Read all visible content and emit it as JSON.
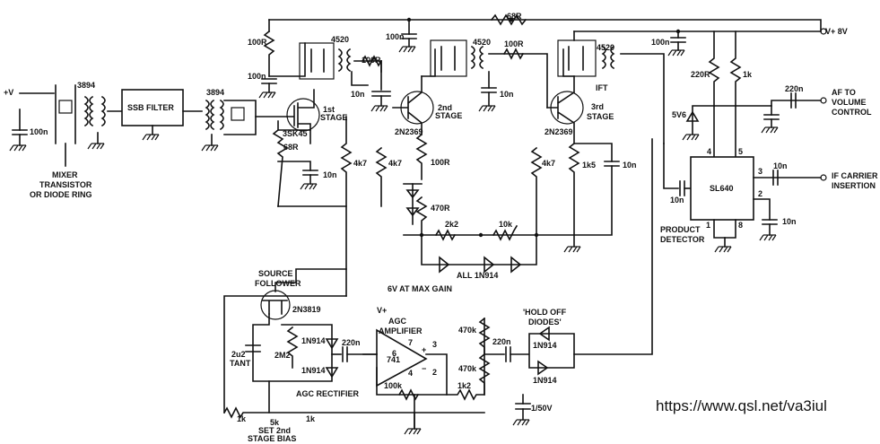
{
  "title": "",
  "labels": {
    "vplus_in": "+V",
    "xfmr_in": "3894",
    "cap_in": "100n",
    "mixer1": "MIXER",
    "mixer2": "TRANSISTOR",
    "mixer3": "OR DIODE RING",
    "ssb_filter": "SSB FILTER",
    "xfmr_2": "3894",
    "r_100r_a": "100R",
    "c_100n_a": "100n",
    "xfmr_4520_a": "4520",
    "r_100r_b": "100R",
    "c_100n_b": "100n",
    "c_10n_a": "10n",
    "stage1_a": "1st",
    "stage1_b": "STAGE",
    "fet1": "3SK45",
    "r_68r": "68R",
    "c_10n_src": "10n",
    "r_4k7_a": "4k7",
    "r_4k7_b": "4k7",
    "r_68r_top": "68R",
    "xfmr_4520_b": "4520",
    "r_100r_c": "100R",
    "c_10n_b": "10n",
    "stage2_a": "2nd",
    "stage2_b": "STAGE",
    "q2": "2N2369",
    "r_100r_e": "100R",
    "r_470r": "470R",
    "r_2k2": "2k2",
    "r_10k": "10k",
    "diodes_all": "ALL 1N914",
    "xfmr_4520_c": "4520",
    "ift": "IFT",
    "stage3_a": "3rd",
    "stage3_b": "STAGE",
    "q3": "2N2369",
    "r_4k7_c": "4k7",
    "r_1k5": "1k5",
    "c_10n_c": "10n",
    "c_100n_top": "100n",
    "c_100n_top2": "100n",
    "vplus_8v": "V+ 8V",
    "r_220r": "220R",
    "r_1k": "1k",
    "zener": "5V6",
    "c_220n_af": "220n",
    "af1": "AF TO",
    "af2": "VOLUME",
    "af3": "CONTROL",
    "ic_sl640": "SL640",
    "pin4": "4",
    "pin5": "5",
    "pin3": "3",
    "pin2": "2",
    "pin1": "1",
    "pin8": "8",
    "c_10n_d": "10n",
    "c_10n_e": "10n",
    "c_10n_f": "10n",
    "ifc1": "IF CARRIER",
    "ifc2": "INSERTION",
    "prod1": "PRODUCT",
    "prod2": "DETECTOR",
    "sf1": "SOURCE",
    "sf2": "FOLLOWER",
    "fet2": "2N3819",
    "maxgain": "6V AT MAX GAIN",
    "tant1": "2u2",
    "tant2": "TANT",
    "r_2m2": "2M2",
    "d_1n914_a": "1N914",
    "d_1n914_b": "1N914",
    "c_220n_a": "220n",
    "agc_rect": "AGC RECTIFIER",
    "agc_amp1": "AGC",
    "agc_amp2": "AMPLIFIER",
    "vplus_op": "V+",
    "opamp": "741",
    "op7": "7",
    "op6": "6",
    "op4": "4",
    "op3": "3",
    "op2": "2",
    "op_plus": "+",
    "op_minus": "−",
    "r_100k": "100k",
    "r_1k2": "1k2",
    "r_470k_a": "470k",
    "r_470k_b": "470k",
    "c_220n_b": "220n",
    "holdoff1": "'HOLD OFF",
    "holdoff2": "DIODES'",
    "d_1n914_c": "1N914",
    "d_1n914_d": "1N914",
    "c_1_50v": "1/50V",
    "r_1k_a": "1k",
    "r_5k": "5k",
    "r_1k_b": "1k",
    "bias1": "SET 2nd",
    "bias2": "STAGE BIAS",
    "url": "https://www.qsl.net/va3iul"
  }
}
